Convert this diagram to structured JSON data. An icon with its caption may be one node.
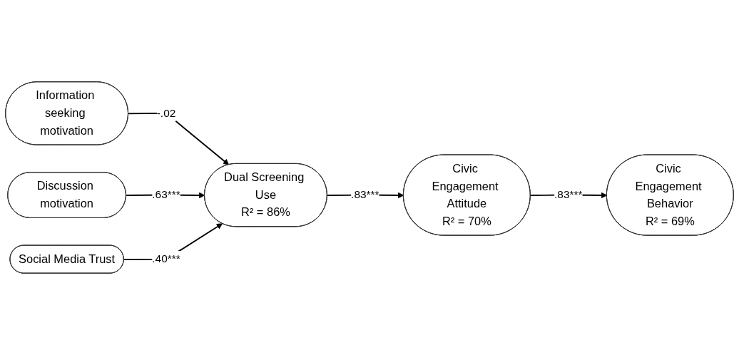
{
  "diagram": {
    "nodes": [
      {
        "text": [
          "Information seeking motivation"
        ]
      },
      {
        "text": [
          "Discussion motivation"
        ]
      },
      {
        "text": [
          "Social Media Trust"
        ]
      },
      {
        "text": [
          "Dual Screening Use",
          "R² = 86%"
        ]
      },
      {
        "text": [
          "Civic Engagement Attitude",
          "R² = 70%"
        ]
      },
      {
        "text": [
          "Civic Engagement Behavior",
          "R² = 69%"
        ]
      }
    ],
    "edges": [
      {
        "from": 0,
        "to": 3,
        "arrow": "to",
        "label": "-.02"
      },
      {
        "from": 1,
        "to": 3,
        "arrow": "to",
        "label": ".63***"
      },
      {
        "from": 2,
        "to": 3,
        "arrow": "to",
        "label": ".40***"
      },
      {
        "from": 3,
        "to": 4,
        "arrow": "to",
        "label": ".83***"
      },
      {
        "from": 4,
        "to": 5,
        "arrow": "to",
        "label": ".83***"
      }
    ]
  }
}
